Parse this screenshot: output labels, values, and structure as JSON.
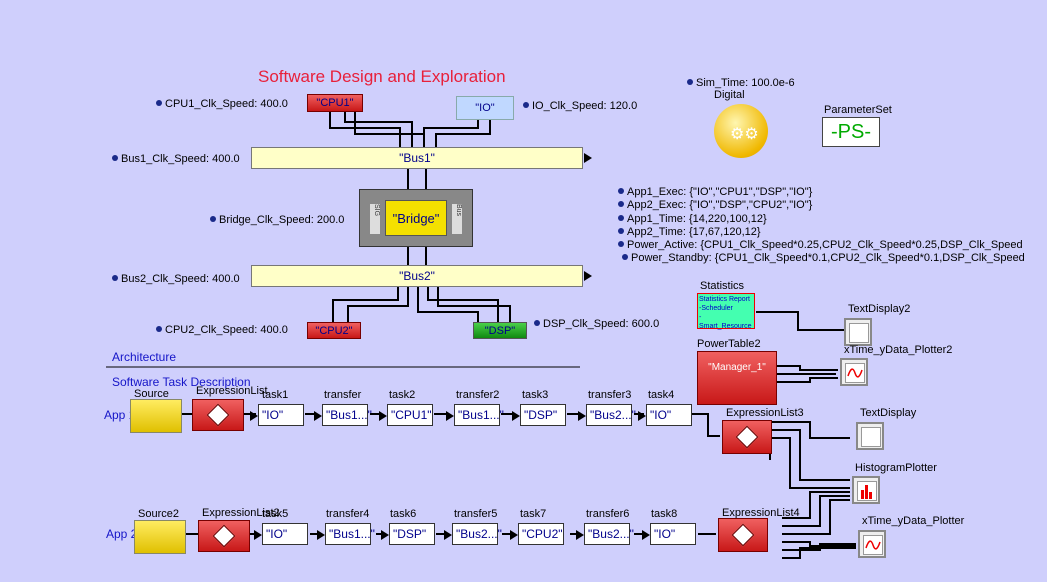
{
  "title": "Software Design and Exploration",
  "parameters": {
    "cpu1_clk": "CPU1_Clk_Speed: 400.0",
    "io_clk": "IO_Clk_Speed: 120.0",
    "bus1_clk": "Bus1_Clk_Speed: 400.0",
    "bridge_clk": "Bridge_Clk_Speed: 200.0",
    "bus2_clk": "Bus2_Clk_Speed: 400.0",
    "cpu2_clk": "CPU2_Clk_Speed: 400.0",
    "dsp_clk": "DSP_Clk_Speed: 600.0",
    "sim_time": "Sim_Time: 100.0e-6",
    "app1_exec": "App1_Exec: {\"IO\",\"CPU1\",\"DSP\",\"IO\"}",
    "app2_exec": "App2_Exec: {\"IO\",\"DSP\",\"CPU2\",\"IO\"}",
    "app1_time": "App1_Time: {14,220,100,12}",
    "app2_time": "App2_Time: {17,67,120,12}",
    "power_active": "Power_Active: {CPU1_Clk_Speed*0.25,CPU2_Clk_Speed*0.25,DSP_Clk_Speed",
    "power_standby": "Power_Standby: {CPU1_Clk_Speed*0.1,CPU2_Clk_Speed*0.1,DSP_Clk_Speed"
  },
  "architecture": {
    "cpu1": "\"CPU1\"",
    "io": "\"IO\"",
    "bus1": "\"Bus1\"",
    "bridge": "\"Bridge\"",
    "bus2": "\"Bus2\"",
    "cpu2": "\"CPU2\"",
    "dsp": "\"DSP\"",
    "bridge_side_left": "SIG",
    "bridge_side_right": "Bus"
  },
  "blocks": {
    "digital": "Digital",
    "parameter_set_label": "ParameterSet",
    "parameter_set": "-PS-",
    "statistics_label": "Statistics",
    "statistics_lines": [
      "Statistics Report",
      "-Scheduler",
      "-Smart_Resource"
    ],
    "power_table_label": "PowerTable2",
    "power_table": "\"Manager_1\"",
    "text_display2": "TextDisplay2",
    "xtime_plotter2": "xTime_yData_Plotter2",
    "expression_list3": "ExpressionList3",
    "text_display": "TextDisplay",
    "histogram_plotter": "HistogramPlotter",
    "expression_list4": "ExpressionList4",
    "xtime_plotter": "xTime_yData_Plotter"
  },
  "sections": {
    "architecture": "Architecture",
    "software": "Software Task Description"
  },
  "app1": {
    "label": "App 1",
    "source": "Source",
    "expr": "ExpressionList",
    "tasks": [
      {
        "title": "task1",
        "value": "\"IO\""
      },
      {
        "title": "transfer",
        "value": "\"Bus1...\""
      },
      {
        "title": "task2",
        "value": "\"CPU1\""
      },
      {
        "title": "transfer2",
        "value": "\"Bus1...\""
      },
      {
        "title": "task3",
        "value": "\"DSP\""
      },
      {
        "title": "transfer3",
        "value": "\"Bus2...\""
      },
      {
        "title": "task4",
        "value": "\"IO\""
      }
    ]
  },
  "app2": {
    "label": "App 2",
    "source": "Source2",
    "expr": "ExpressionList2",
    "tasks": [
      {
        "title": "task5",
        "value": "\"IO\""
      },
      {
        "title": "transfer4",
        "value": "\"Bus1...\""
      },
      {
        "title": "task6",
        "value": "\"DSP\""
      },
      {
        "title": "transfer5",
        "value": "\"Bus2...\""
      },
      {
        "title": "task7",
        "value": "\"CPU2\""
      },
      {
        "title": "transfer6",
        "value": "\"Bus2...\""
      },
      {
        "title": "task8",
        "value": "\"IO\""
      }
    ]
  }
}
